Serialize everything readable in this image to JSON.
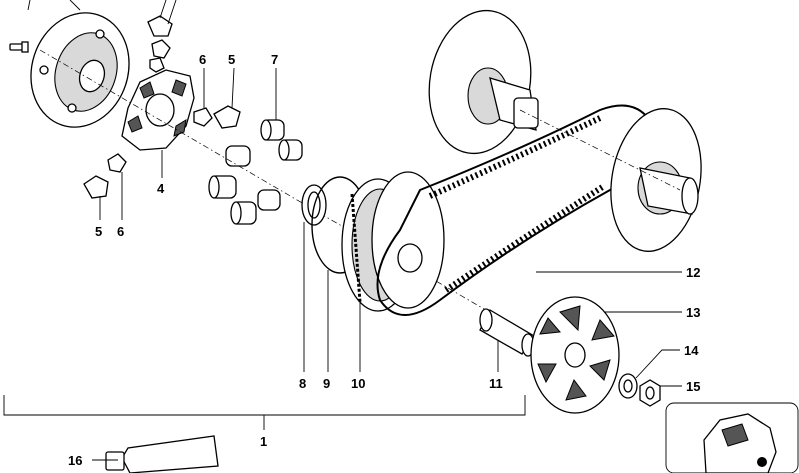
{
  "diagram": {
    "title": "",
    "callouts": [
      {
        "id": "4",
        "text": "4"
      },
      {
        "id": "5a",
        "text": "5"
      },
      {
        "id": "5b",
        "text": "5"
      },
      {
        "id": "6a",
        "text": "6"
      },
      {
        "id": "6b",
        "text": "6"
      },
      {
        "id": "7",
        "text": "7"
      },
      {
        "id": "8",
        "text": "8"
      },
      {
        "id": "9",
        "text": "9"
      },
      {
        "id": "10",
        "text": "10"
      },
      {
        "id": "11",
        "text": "11"
      },
      {
        "id": "12",
        "text": "12"
      },
      {
        "id": "13",
        "text": "13"
      },
      {
        "id": "14",
        "text": "14"
      },
      {
        "id": "15",
        "text": "15"
      },
      {
        "id": "1",
        "text": "1"
      },
      {
        "id": "16",
        "text": "16"
      }
    ]
  }
}
